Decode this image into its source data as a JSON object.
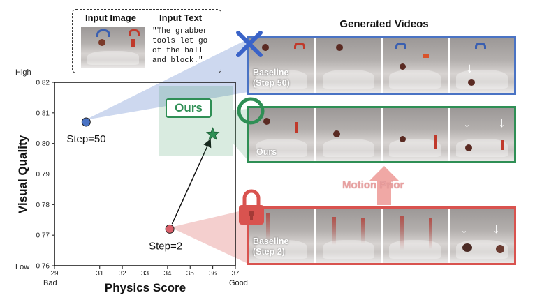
{
  "input": {
    "image_label": "Input Image",
    "text_label": "Input Text",
    "text_lines": [
      "\"The grabber",
      "tools let go",
      "of the ball",
      "and block.\""
    ]
  },
  "videos_title": "Generated Videos",
  "strips": [
    {
      "id": "baseline50",
      "label_lines": [
        "Baseline",
        "(Step 50)"
      ],
      "color": "#4a73c4"
    },
    {
      "id": "ours",
      "label_lines": [
        "Ours"
      ],
      "color": "#2f8f55"
    },
    {
      "id": "baseline2",
      "label_lines": [
        "Baseline",
        "(Step 2)"
      ],
      "color": "#d9534f"
    }
  ],
  "ours_callout": "Ours",
  "motion_prior": "Motion Prior",
  "chart_data": {
    "type": "scatter",
    "xlabel": "Physics Score",
    "ylabel": "Visual Quality",
    "xlim": [
      29,
      37
    ],
    "ylim": [
      0.76,
      0.82
    ],
    "xticks": [
      "29",
      "31",
      "32",
      "33",
      "34",
      "35",
      "36",
      "37"
    ],
    "yticks": [
      "0.76",
      "0.77",
      "0.78",
      "0.79",
      "0.80",
      "0.81",
      "0.82"
    ],
    "x_low": "Bad",
    "x_high": "Good",
    "y_low": "Low",
    "y_high": "High",
    "points": [
      {
        "label": "Step=50",
        "x": 30.4,
        "y": 0.807,
        "color": "#4a73c4",
        "marker": "circle"
      },
      {
        "label": "Step=2",
        "x": 34.1,
        "y": 0.772,
        "color": "#d9606a",
        "marker": "circle"
      },
      {
        "label": "",
        "x": 36.0,
        "y": 0.803,
        "color": "#2f8f55",
        "marker": "star"
      }
    ]
  }
}
